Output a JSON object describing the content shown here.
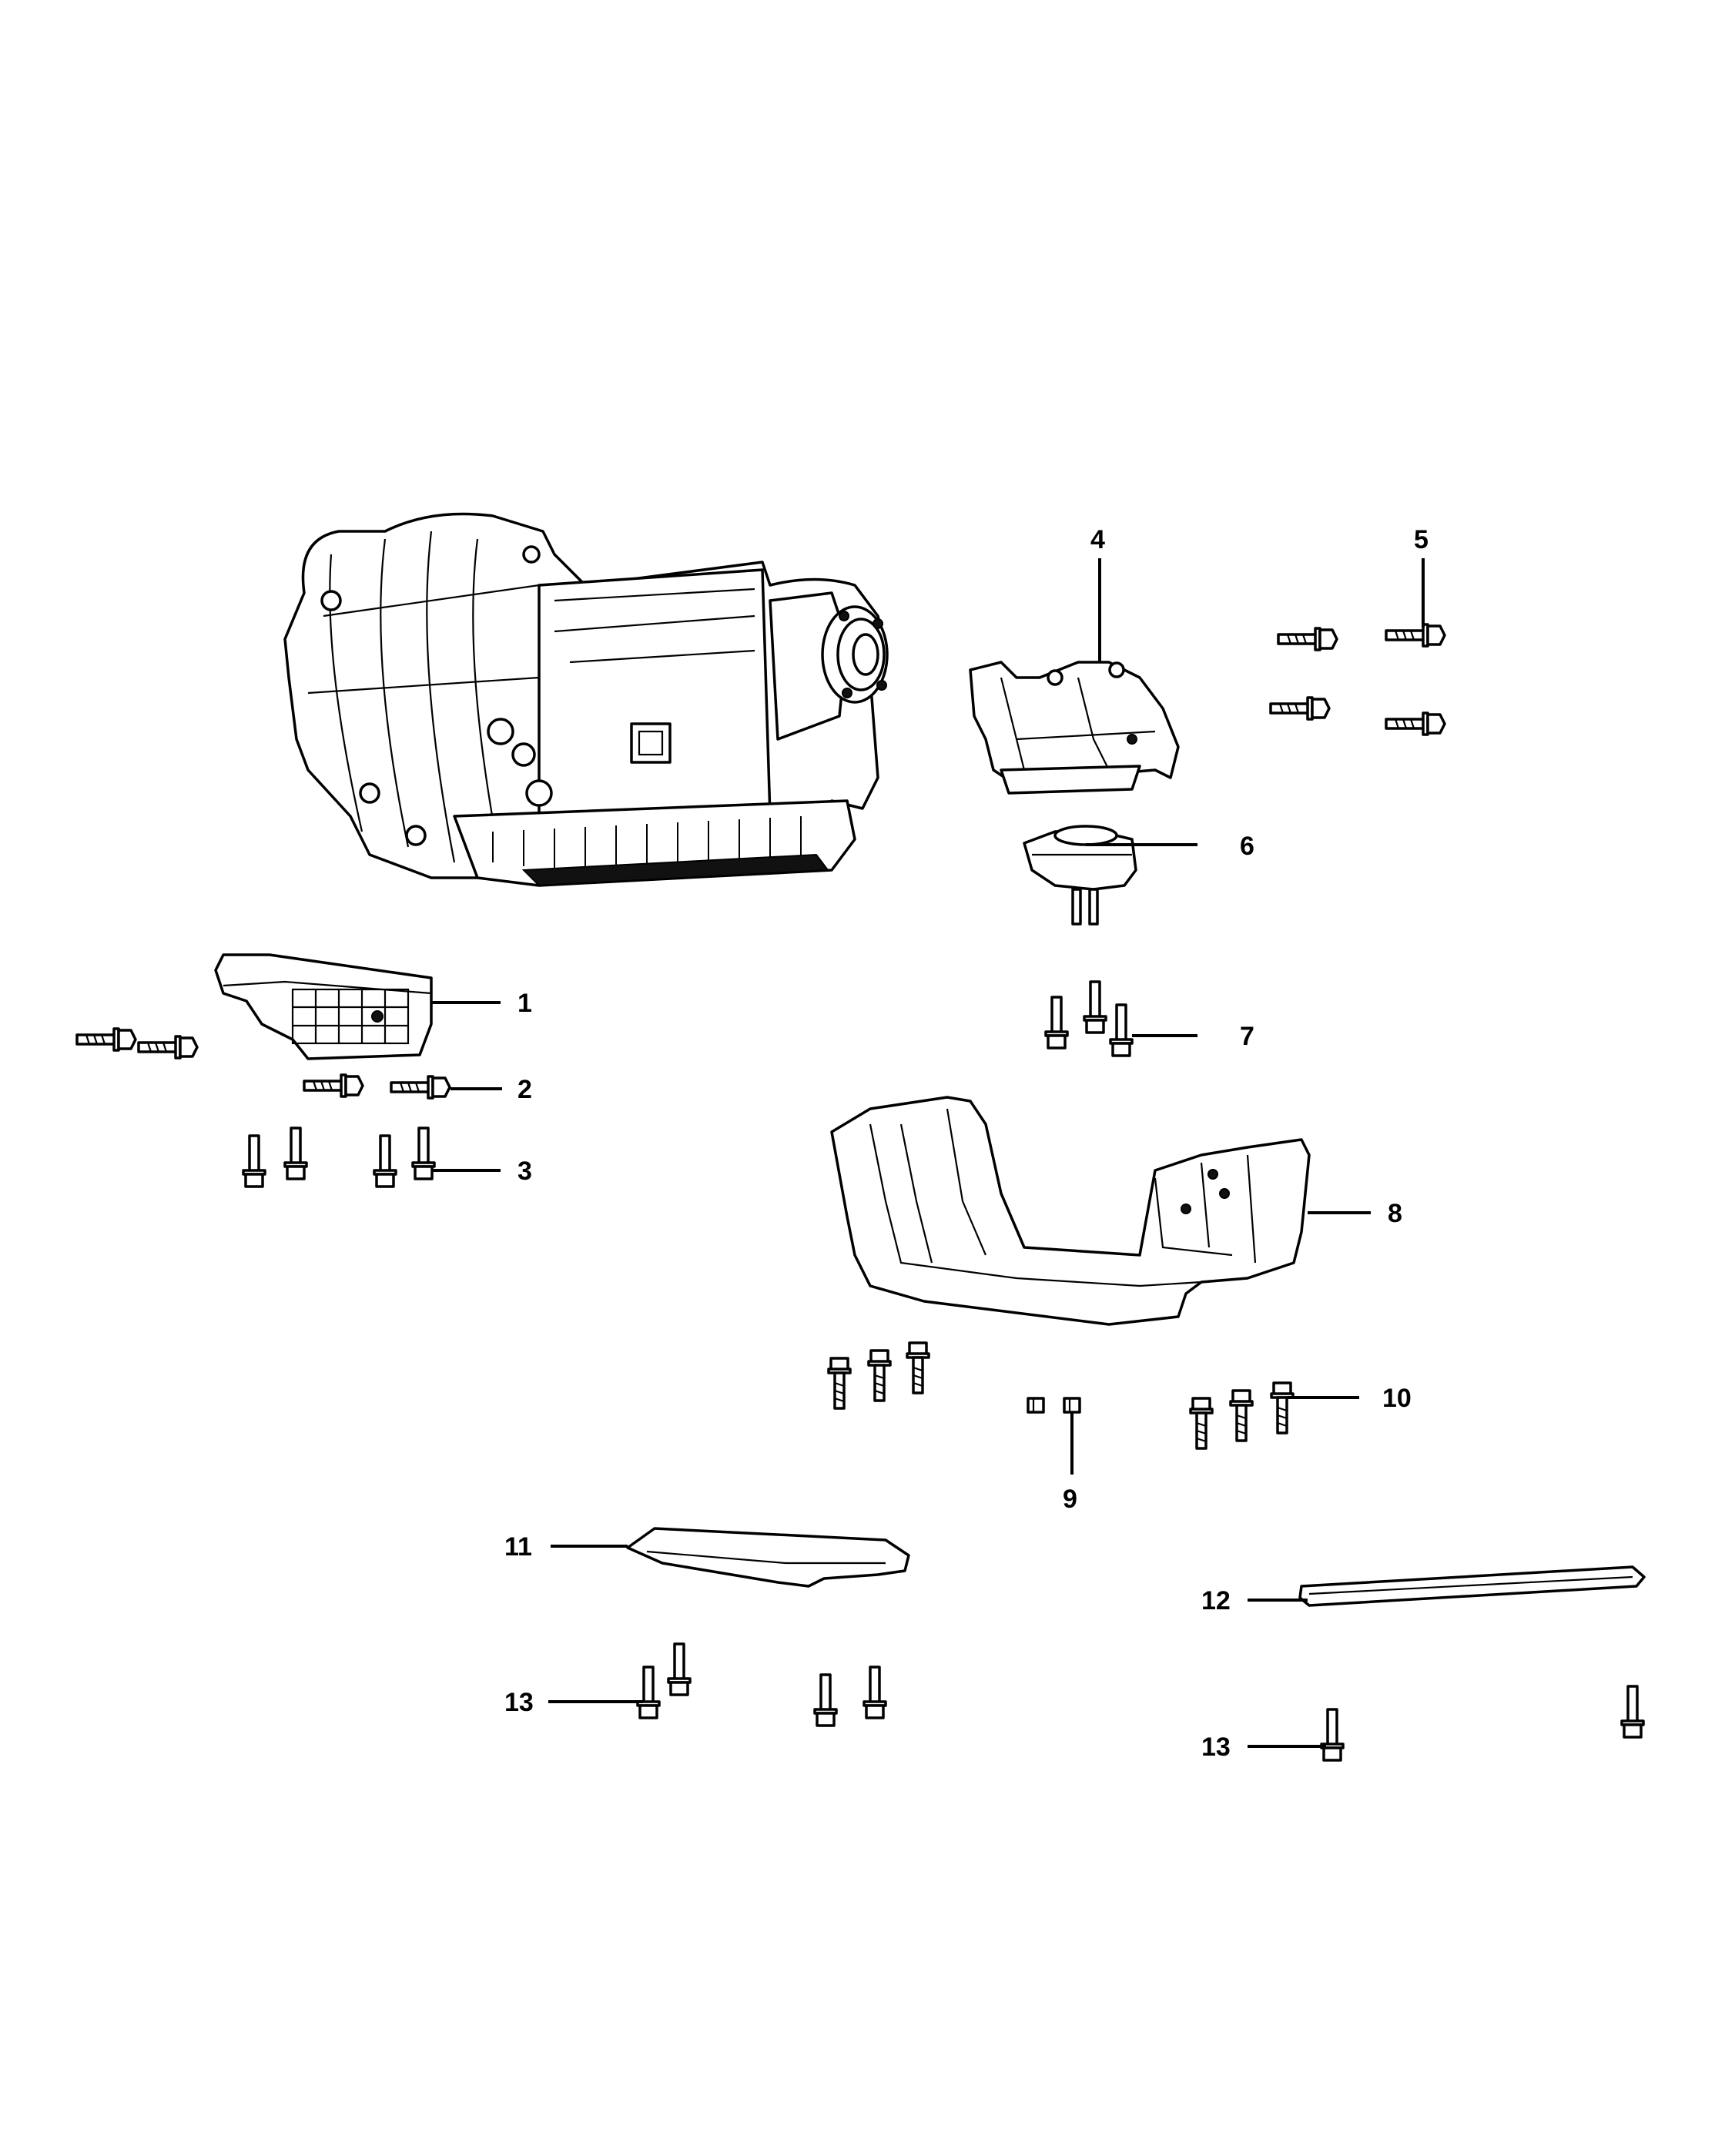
{
  "callouts": [
    {
      "id": "1",
      "label": "1"
    },
    {
      "id": "2",
      "label": "2"
    },
    {
      "id": "3",
      "label": "3"
    },
    {
      "id": "4",
      "label": "4"
    },
    {
      "id": "5",
      "label": "5"
    },
    {
      "id": "6",
      "label": "6"
    },
    {
      "id": "7",
      "label": "7"
    },
    {
      "id": "8",
      "label": "8"
    },
    {
      "id": "9",
      "label": "9"
    },
    {
      "id": "10",
      "label": "10"
    },
    {
      "id": "11",
      "label": "11"
    },
    {
      "id": "12",
      "label": "12"
    },
    {
      "id": "13a",
      "label": "13"
    },
    {
      "id": "13b",
      "label": "13"
    }
  ],
  "colors": {
    "line": "#000000",
    "background": "#ffffff"
  }
}
